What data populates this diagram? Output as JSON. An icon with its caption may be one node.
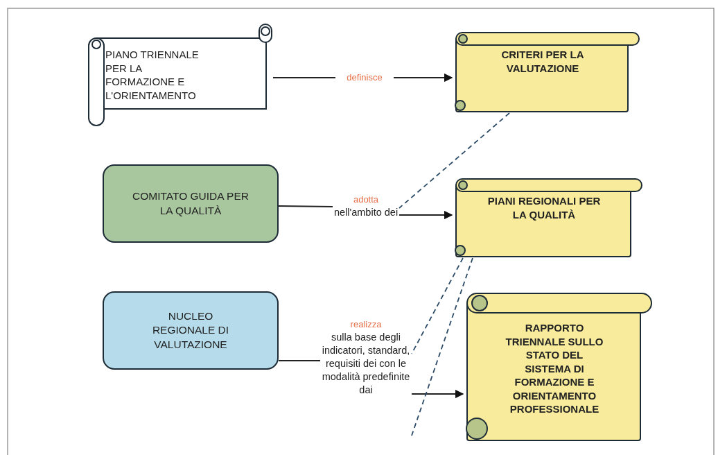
{
  "diagram": {
    "nodes": [
      {
        "text": [
          "PIANO TRIENNALE PER LA FORMAZIONE E L'ORIENTAMENTO"
        ]
      },
      {
        "text": [
          "CRITERI PER LA VALUTAZIONE"
        ]
      },
      {
        "text": [
          "definisce"
        ]
      },
      {
        "text": [
          "COMITATO GUIDA PER LA QUALITÀ"
        ]
      },
      {
        "text": [
          "adotta",
          "nell'ambito dei"
        ]
      },
      {
        "text": [
          "PIANI REGIONALI PER LA QUALITÀ"
        ]
      },
      {
        "text": [
          "NUCLEO REGIONALE DI VALUTAZIONE"
        ]
      },
      {
        "text": [
          "realizza",
          "sulla base degli indicatori, standard, requisiti dei con le modalità predefinite dai"
        ]
      },
      {
        "text": [
          "RAPPORTO TRIENNALE SULLO STATO DEL SISTEMA DI FORMAZIONE E ORIENTAMENTO PROFESSIONALE"
        ]
      }
    ],
    "edges": [
      {
        "from": 0,
        "to": 2,
        "arrow": "none"
      },
      {
        "from": 2,
        "to": 1,
        "arrow": "to"
      },
      {
        "from": 3,
        "to": 4,
        "arrow": "none"
      },
      {
        "from": 4,
        "to": 5,
        "arrow": "to"
      },
      {
        "from": 6,
        "to": 7,
        "arrow": "none"
      },
      {
        "from": 7,
        "to": 8,
        "arrow": "to"
      },
      {
        "from": 1,
        "to": 4,
        "arrow": "none",
        "style": "dashed",
        "color": "#2b4a66"
      },
      {
        "from": 5,
        "to": 7,
        "arrow": "none",
        "style": "dashed",
        "color": "#2b4a66"
      },
      {
        "from": 5,
        "to": 7,
        "arrow": "none",
        "style": "dashed",
        "color": "#2b4a66"
      }
    ]
  }
}
